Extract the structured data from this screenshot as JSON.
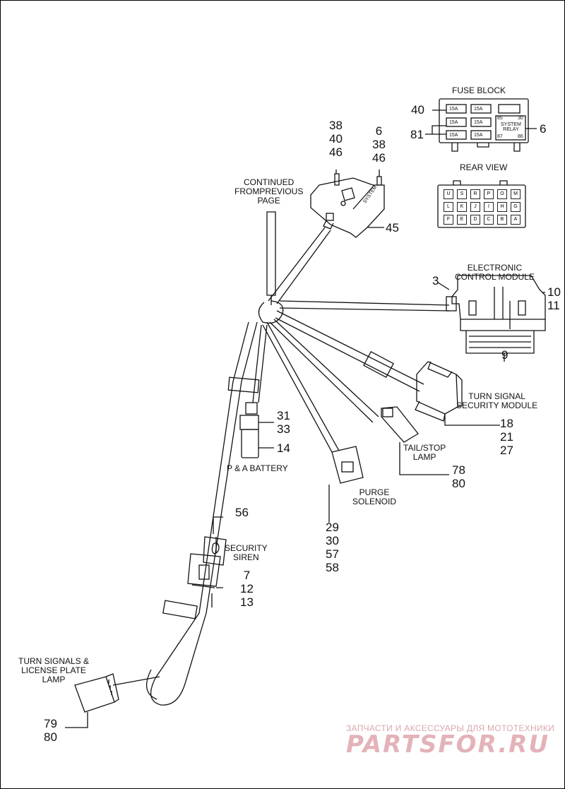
{
  "colors": {
    "line": "#111111",
    "watermark": "#e3b3b9"
  },
  "labels": {
    "fuse_block": "FUSE BLOCK",
    "rear_view": "REAR VIEW",
    "continued": [
      "CONTINUED",
      "FROMPREVIOUS",
      "PAGE"
    ],
    "ecm": [
      "ELECTRONIC",
      "CONTROL MODULE"
    ],
    "tssm": [
      "TURN SIGNAL",
      "SECURITY MODULE"
    ],
    "tail_stop": [
      "TAIL/STOP",
      "LAMP"
    ],
    "purge": [
      "PURGE",
      "SOLENOID"
    ],
    "battery": "P & A BATTERY",
    "siren": [
      "SECURITY",
      "SIREN"
    ],
    "turn_signals": [
      "TURN SIGNALS &",
      "LICENSE PLATE",
      "LAMP"
    ],
    "system_conn": "SYSTEM"
  },
  "fuse_block": {
    "fuses": [
      "15A",
      "15A",
      "15A",
      "15A",
      "15A",
      "15A"
    ],
    "relay": [
      "SYSTEM",
      "RELAY"
    ],
    "relay_pins": [
      "85",
      "30",
      "87",
      "86"
    ]
  },
  "rear_view": {
    "rows": [
      [
        "U",
        "S",
        "R",
        "P",
        "O",
        "M"
      ],
      [
        "L",
        "K",
        "J",
        "I",
        "H",
        "G"
      ],
      [
        "F",
        "E",
        "D",
        "C",
        "B",
        "A"
      ]
    ]
  },
  "callouts": {
    "fb_40": "40",
    "fb_81": "81",
    "fb_6": "6",
    "conn_a": [
      "38",
      "40",
      "46"
    ],
    "conn_b": [
      "6",
      "38",
      "46"
    ],
    "c45": "45",
    "ecm_3": "3",
    "ecm_10_11": [
      "10",
      "11"
    ],
    "ecm_9": "9",
    "tssm": [
      "18",
      "21",
      "27"
    ],
    "tail": [
      "78",
      "80"
    ],
    "purge": [
      "29",
      "30",
      "57",
      "58"
    ],
    "battery_a": [
      "31",
      "33"
    ],
    "battery_b": "14",
    "siren_56": "56",
    "siren_b": [
      "7",
      "12",
      "13"
    ],
    "turn": [
      "79",
      "80"
    ]
  },
  "watermark": {
    "top": "ЗАПЧАСТИ И АКСЕССУАРЫ ДЛЯ МОТОТЕХНИКИ",
    "logo": "PARTSFOR.RU"
  }
}
